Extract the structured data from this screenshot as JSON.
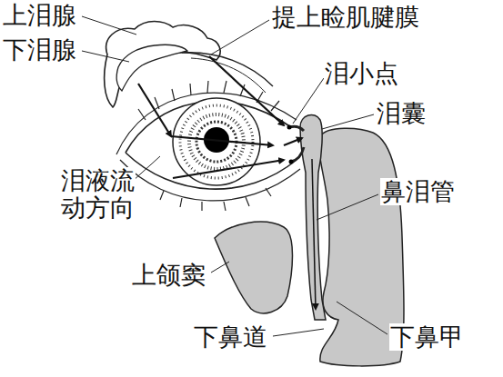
{
  "diagram": {
    "labels": [
      "上泪腺",
      "下泪腺",
      "提上睑肌腱膜",
      "泪小点",
      "泪囊",
      "泪液流动方向",
      "鼻泪管",
      "上颌窦",
      "下鼻道",
      "下鼻甲"
    ]
  }
}
